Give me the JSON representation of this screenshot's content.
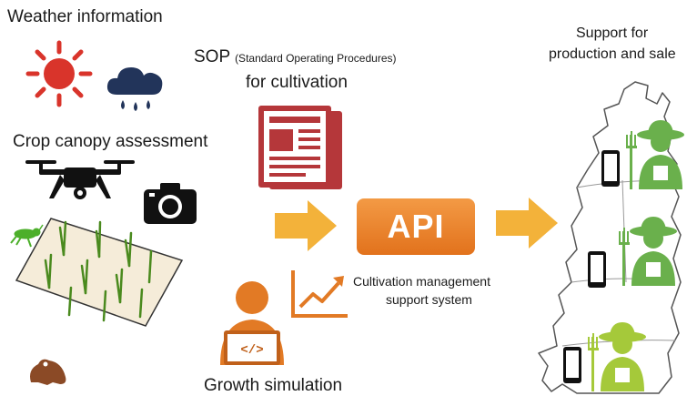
{
  "left": {
    "weather_title": "Weather information",
    "canopy_title": "Crop canopy assessment"
  },
  "sop": {
    "title": "SOP",
    "subtitle": "(Standard Operating Procedures)",
    "line2": "for cultivation"
  },
  "center": {
    "api_label": "API",
    "system_line1": "Cultivation management",
    "system_line2": "support system"
  },
  "growth": {
    "title": "Growth simulation"
  },
  "right": {
    "title_line1": "Support for",
    "title_line2": "production and sale"
  },
  "icons": [
    "sun-icon",
    "rain-cloud-icon",
    "drone-icon",
    "camera-icon",
    "grasshopper-icon",
    "field-icon",
    "frog-icon",
    "newspaper-icon",
    "arrow-right-icon",
    "api-box",
    "person-laptop-icon",
    "growth-chart-icon",
    "map-icon",
    "smartphone-icon",
    "farmer-icon"
  ],
  "colors": {
    "red": "#d9342b",
    "navy": "#22345a",
    "sop_red": "#b5373a",
    "arrow_orange": "#f3b23a",
    "api_orange": "#ed7a22",
    "farmer_green": "#6ab04c",
    "person_orange": "#e27a25"
  }
}
